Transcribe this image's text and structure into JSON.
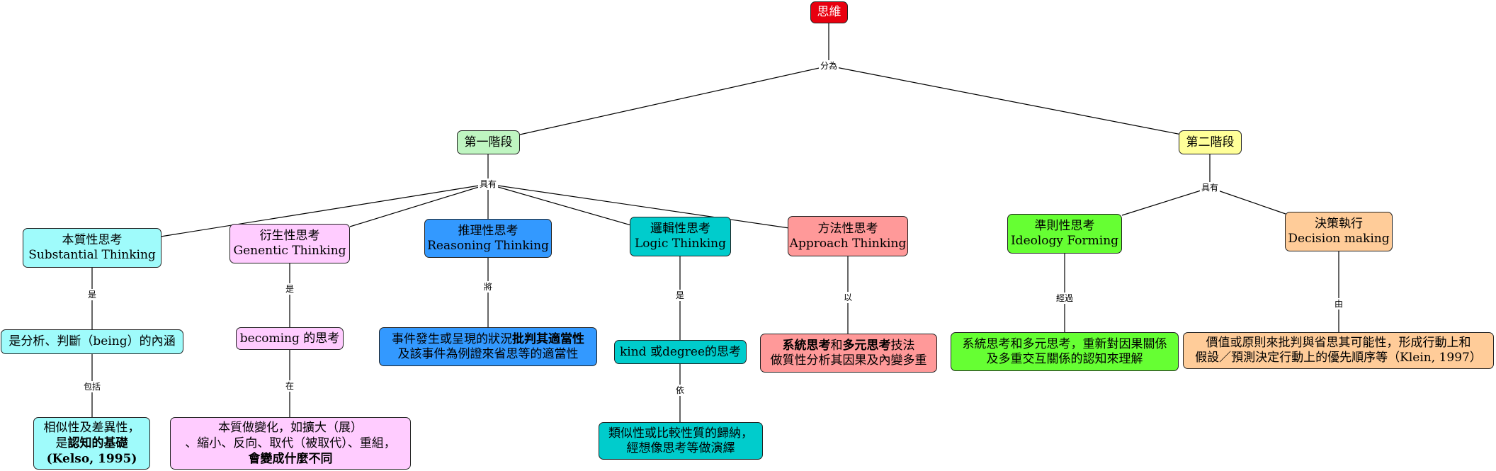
{
  "root": {
    "label": "思維"
  },
  "links": {
    "root_split": "分為",
    "stage1_has": "具有",
    "stage2_has": "具有",
    "substantial_is": "是",
    "substantial_includes": "包括",
    "genetic_is": "是",
    "genetic_at": "在",
    "reasoning_will": "將",
    "logic_is": "是",
    "logic_by": "依",
    "approach_with": "以",
    "ideology_via": "經過",
    "decision_from": "由"
  },
  "stage1": {
    "label": "第一階段"
  },
  "stage2": {
    "label": "第二階段"
  },
  "substantial": {
    "line1": "本質性思考",
    "line2": "Substantial Thinking"
  },
  "substantial_def": {
    "text": "是分析、判斷（being）的內涵"
  },
  "substantial_detail": {
    "line1": "相似性及差異性，",
    "line2_plain": "是",
    "line2_bold": "認知的基礎",
    "line3": "(Kelso, 1995)"
  },
  "genetic": {
    "line1": "衍生性思考",
    "line2": "Genentic Thinking"
  },
  "genetic_def": {
    "text": "becoming 的思考"
  },
  "genetic_detail": {
    "line1": "本質做變化，如擴大（展）",
    "line2": "、縮小、反向、取代（被取代）、重組，",
    "line3": "會變成什麼不同"
  },
  "reasoning": {
    "line1": "推理性思考",
    "line2": "Reasoning Thinking"
  },
  "reasoning_detail": {
    "line1_plain": "事件發生或呈現的狀況",
    "line1_bold": "批判其適當性",
    "line2": "及該事件為例證來省思等的適當性"
  },
  "logic": {
    "line1": "邏輯性思考",
    "line2": "Logic Thinking"
  },
  "logic_def": {
    "text": "kind 或degree的思考"
  },
  "logic_detail": {
    "line1": "類似性或比較性質的歸納，",
    "line2": "經想像思考等做演繹"
  },
  "approach": {
    "line1": "方法性思考",
    "line2": "Approach Thinking"
  },
  "approach_detail": {
    "line1_b1": "系統思考",
    "line1_p1": "和",
    "line1_b2": "多元思考",
    "line1_p2": "技法",
    "line2": "做質性分析其因果及內變多重"
  },
  "ideology": {
    "line1": "準則性思考",
    "line2": "Ideology Forming"
  },
  "ideology_detail": {
    "line1": "系統思考和多元思考，重新對因果關係",
    "line2": "及多重交互關係的認知來理解"
  },
  "decision": {
    "line1": "決策執行",
    "line2": "Decision making"
  },
  "decision_detail": {
    "line1": "價值或原則來批判與省思其可能性，形成行動上和",
    "line2": "假設／預測決定行動上的優先順序等（Klein, 1997）"
  },
  "colors": {
    "root": "#e8000f",
    "stage1": "#bff5c1",
    "stage2": "#ffff99",
    "substantial": "#9ffbfb",
    "genetic": "#ffccff",
    "reasoning": "#3399ff",
    "logic": "#00cccc",
    "approach": "#ff9999",
    "ideology": "#66ff33",
    "decision": "#ffcc99"
  }
}
